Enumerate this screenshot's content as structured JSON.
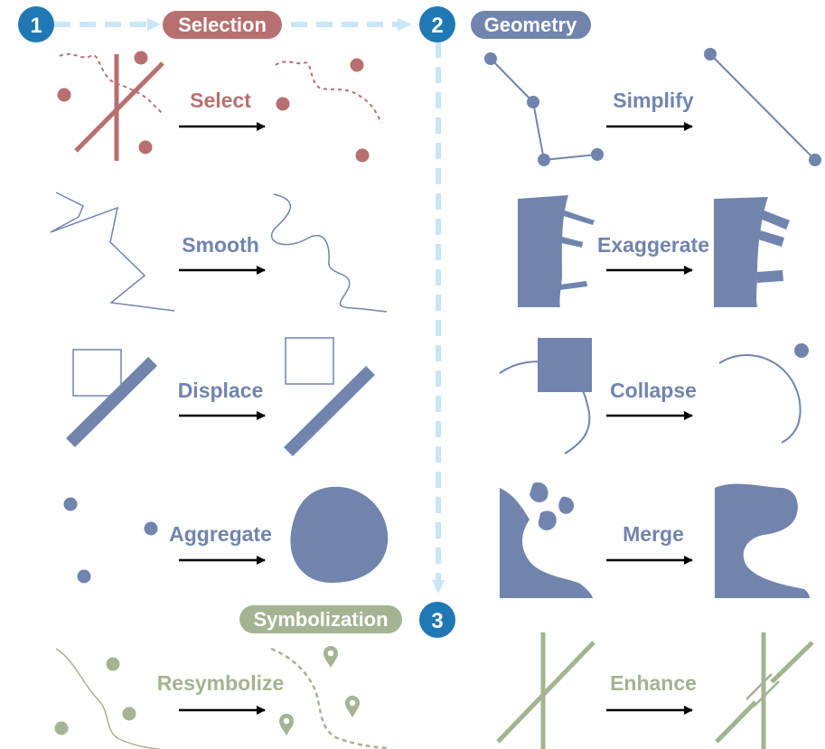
{
  "colors": {
    "selection": "#B86F6F",
    "geometry": "#7084AD",
    "symbolization": "#A4B391",
    "step_circle": "#1F78B4",
    "flow_arrow": "#C9E6F7",
    "op_arrow": "#000000"
  },
  "steps": [
    {
      "number": "1",
      "label": "Selection"
    },
    {
      "number": "2",
      "label": "Geometry"
    },
    {
      "number": "3",
      "label": "Symbolization"
    }
  ],
  "operators": {
    "select": "Select",
    "smooth": "Smooth",
    "displace": "Displace",
    "aggregate": "Aggregate",
    "resymbolize": "Resymbolize",
    "simplify": "Simplify",
    "exaggerate": "Exaggerate",
    "collapse": "Collapse",
    "merge": "Merge",
    "enhance": "Enhance"
  },
  "icons": {
    "map_pin": "map-pin-icon"
  }
}
